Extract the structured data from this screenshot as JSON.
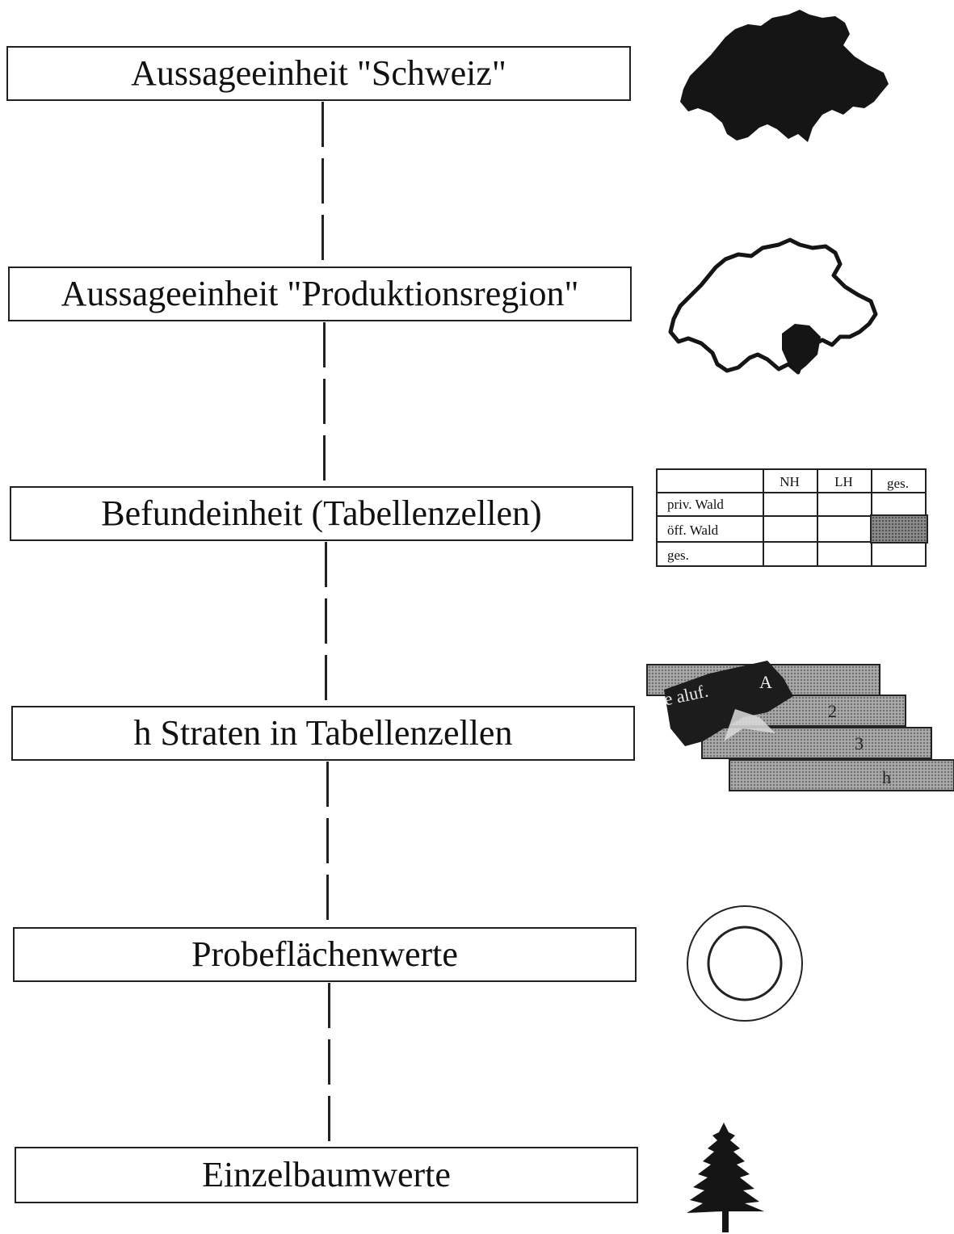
{
  "levels": [
    {
      "label": "Aussageeinheit \"Schweiz\""
    },
    {
      "label": "Aussageeinheit \"Produktionsregion\""
    },
    {
      "label": "Befundeinheit (Tabellenzellen)"
    },
    {
      "label": "h Straten in Tabellenzellen"
    },
    {
      "label": "Probeflächenwerte"
    },
    {
      "label": "Einzelbaumwerte"
    }
  ],
  "cell_table": {
    "columns": [
      "NH",
      "LH",
      "ges."
    ],
    "rows": [
      "priv. Wald",
      "öff. Wald",
      "ges."
    ]
  },
  "strata": {
    "labels": [
      "A",
      "2",
      "3",
      "h"
    ],
    "overlay_text": "e aluf."
  },
  "icons": {
    "level1": "switzerland-filled-map-icon",
    "level2": "switzerland-outline-map-icon",
    "level3": "cell-table-icon",
    "level4": "strata-stack-icon",
    "level5": "sample-plot-circles-icon",
    "level6": "conifer-tree-icon"
  }
}
